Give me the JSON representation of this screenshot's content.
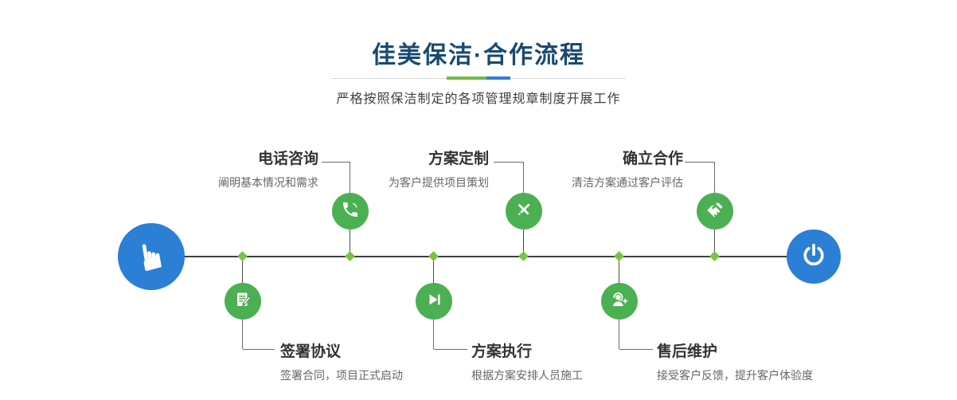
{
  "header": {
    "title": "佳美保洁·合作流程",
    "subtitle": "严格按照保洁制定的各项管理规章制度开展工作"
  },
  "flow": {
    "start_icon": "hand-pointer-icon",
    "end_icon": "power-icon",
    "steps": [
      {
        "name": "电话咨询",
        "desc": "阐明基本情况和需求",
        "position": "top",
        "icon": "phone-icon"
      },
      {
        "name": "方案定制",
        "desc": "为客户提供项目策划",
        "position": "top",
        "icon": "design-tools-icon"
      },
      {
        "name": "确立合作",
        "desc": "清洁方案通过客户评估",
        "position": "top",
        "icon": "handshake-icon"
      },
      {
        "name": "签署协议",
        "desc": "签署合同，项目正式启动",
        "position": "bottom",
        "icon": "sign-document-icon"
      },
      {
        "name": "方案执行",
        "desc": "根据方案安排人员施工",
        "position": "bottom",
        "icon": "play-execute-icon"
      },
      {
        "name": "售后维护",
        "desc": "接受客户反馈，提升客户体验度",
        "position": "bottom",
        "icon": "headset-support-icon"
      }
    ],
    "colors": {
      "step_green": "#4bb052",
      "diamond_green": "#7cc342",
      "endpoint_blue": "#2b7fd4",
      "title_navy": "#184a71",
      "accent_green": "#6cbd45"
    }
  }
}
